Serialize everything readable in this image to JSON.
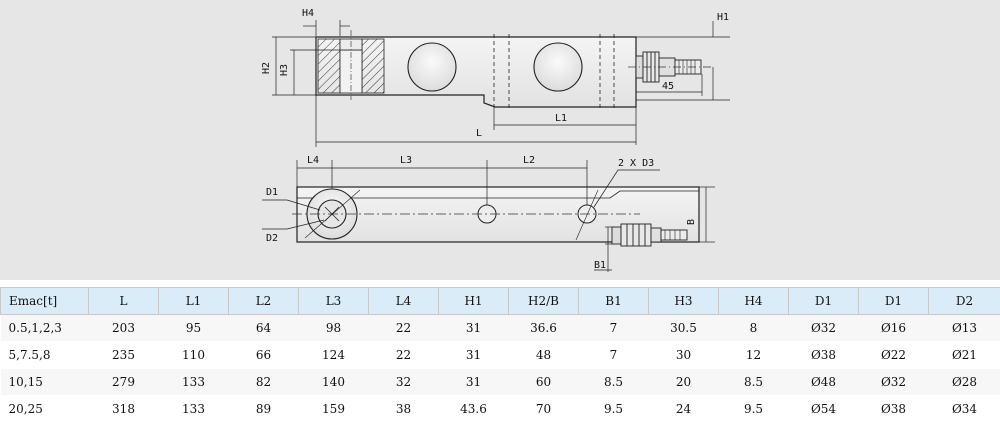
{
  "drawing": {
    "side_labels": {
      "h4": "H4",
      "h1": "H1",
      "h2": "H2",
      "h3": "H3",
      "dim45": "45",
      "l1": "L1",
      "l": "L"
    },
    "top_labels": {
      "l4": "L4",
      "l3": "L3",
      "l2": "L2",
      "d3": "2 X D3",
      "d1": "D1",
      "d2": "D2",
      "b": "B",
      "b1": "B1"
    }
  },
  "table": {
    "headers": [
      "Emac[t]",
      "L",
      "L1",
      "L2",
      "L3",
      "L4",
      "H1",
      "H2/B",
      "B1",
      "H3",
      "H4",
      "D1",
      "D1",
      "D2"
    ],
    "rows": [
      [
        "0.5,1,2,3",
        "203",
        "95",
        "64",
        "98",
        "22",
        "31",
        "36.6",
        "7",
        "30.5",
        "8",
        "Ø32",
        "Ø16",
        "Ø13"
      ],
      [
        "5,7.5,8",
        "235",
        "110",
        "66",
        "124",
        "22",
        "31",
        "48",
        "7",
        "30",
        "12",
        "Ø38",
        "Ø22",
        "Ø21"
      ],
      [
        "10,15",
        "279",
        "133",
        "82",
        "140",
        "32",
        "31",
        "60",
        "8.5",
        "20",
        "8.5",
        "Ø48",
        "Ø32",
        "Ø28"
      ],
      [
        "20,25",
        "318",
        "133",
        "89",
        "159",
        "38",
        "43.6",
        "70",
        "9.5",
        "24",
        "9.5",
        "Ø54",
        "Ø38",
        "Ø34"
      ]
    ]
  }
}
